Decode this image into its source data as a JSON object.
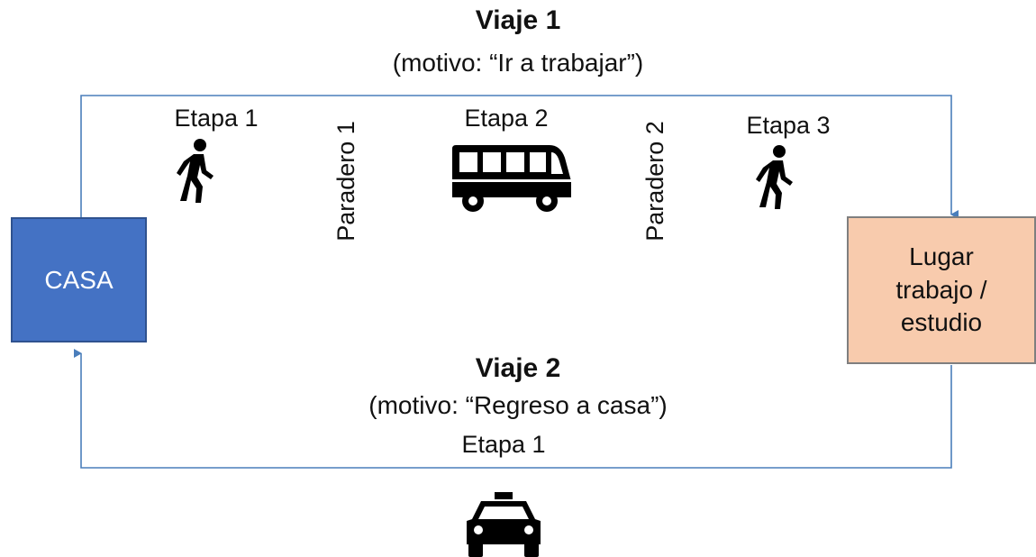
{
  "trip1": {
    "title": "Viaje 1",
    "purpose": "(motivo: “Ir a trabajar”)"
  },
  "trip2": {
    "title": "Viaje 2",
    "purpose": "(motivo: “Regreso a casa”)",
    "stage": "Etapa 1"
  },
  "stages": {
    "stage1": "Etapa 1",
    "stage2": "Etapa 2",
    "stage3": "Etapa 3"
  },
  "stops": {
    "stop1": "Paradero 1",
    "stop2": "Paradero 2"
  },
  "nodes": {
    "home": "CASA",
    "destination": [
      "Lugar",
      "trabajo /",
      "estudio"
    ]
  },
  "icons": {
    "walk1": "walking-person-icon",
    "bus": "bus-icon",
    "walk2": "walking-person-icon",
    "taxi": "taxi-icon"
  },
  "colors": {
    "home_fill": "#4472C4",
    "destination_fill": "#F8CBAD",
    "connector": "#4A7EBB"
  }
}
